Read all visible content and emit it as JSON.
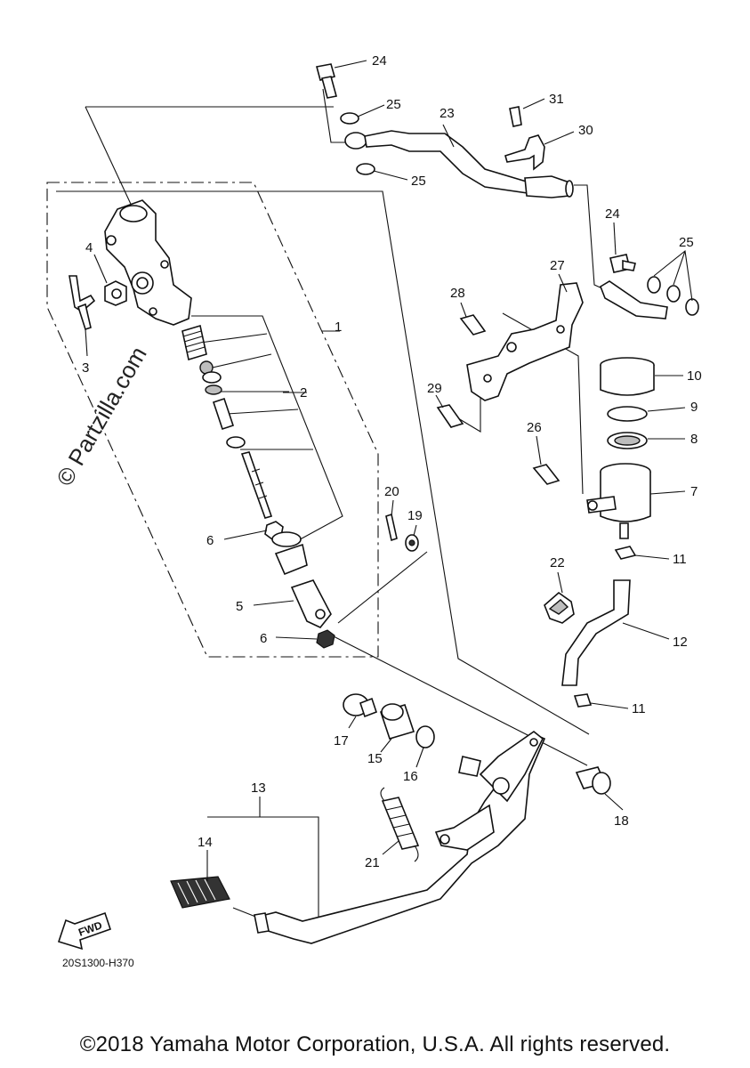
{
  "watermark": "© Partzilla.com",
  "diagram_code": "20S1300-H370",
  "fwd_label": "FWD",
  "copyright": "©2018 Yamaha Motor Corporation, U.S.A. All rights reserved.",
  "callouts": {
    "c1": "1",
    "c2": "2",
    "c3": "3",
    "c4": "4",
    "c5": "5",
    "c6a": "6",
    "c6b": "6",
    "c7": "7",
    "c8": "8",
    "c9": "9",
    "c10": "10",
    "c11a": "11",
    "c11b": "11",
    "c12": "12",
    "c13": "13",
    "c14": "14",
    "c15": "15",
    "c16": "16",
    "c17": "17",
    "c18": "18",
    "c19": "19",
    "c20": "20",
    "c21": "21",
    "c22": "22",
    "c23": "23",
    "c24a": "24",
    "c24b": "24",
    "c25a": "25",
    "c25b": "25",
    "c25c": "25",
    "c26": "26",
    "c27": "27",
    "c28": "28",
    "c29": "29",
    "c30": "30",
    "c31": "31"
  }
}
